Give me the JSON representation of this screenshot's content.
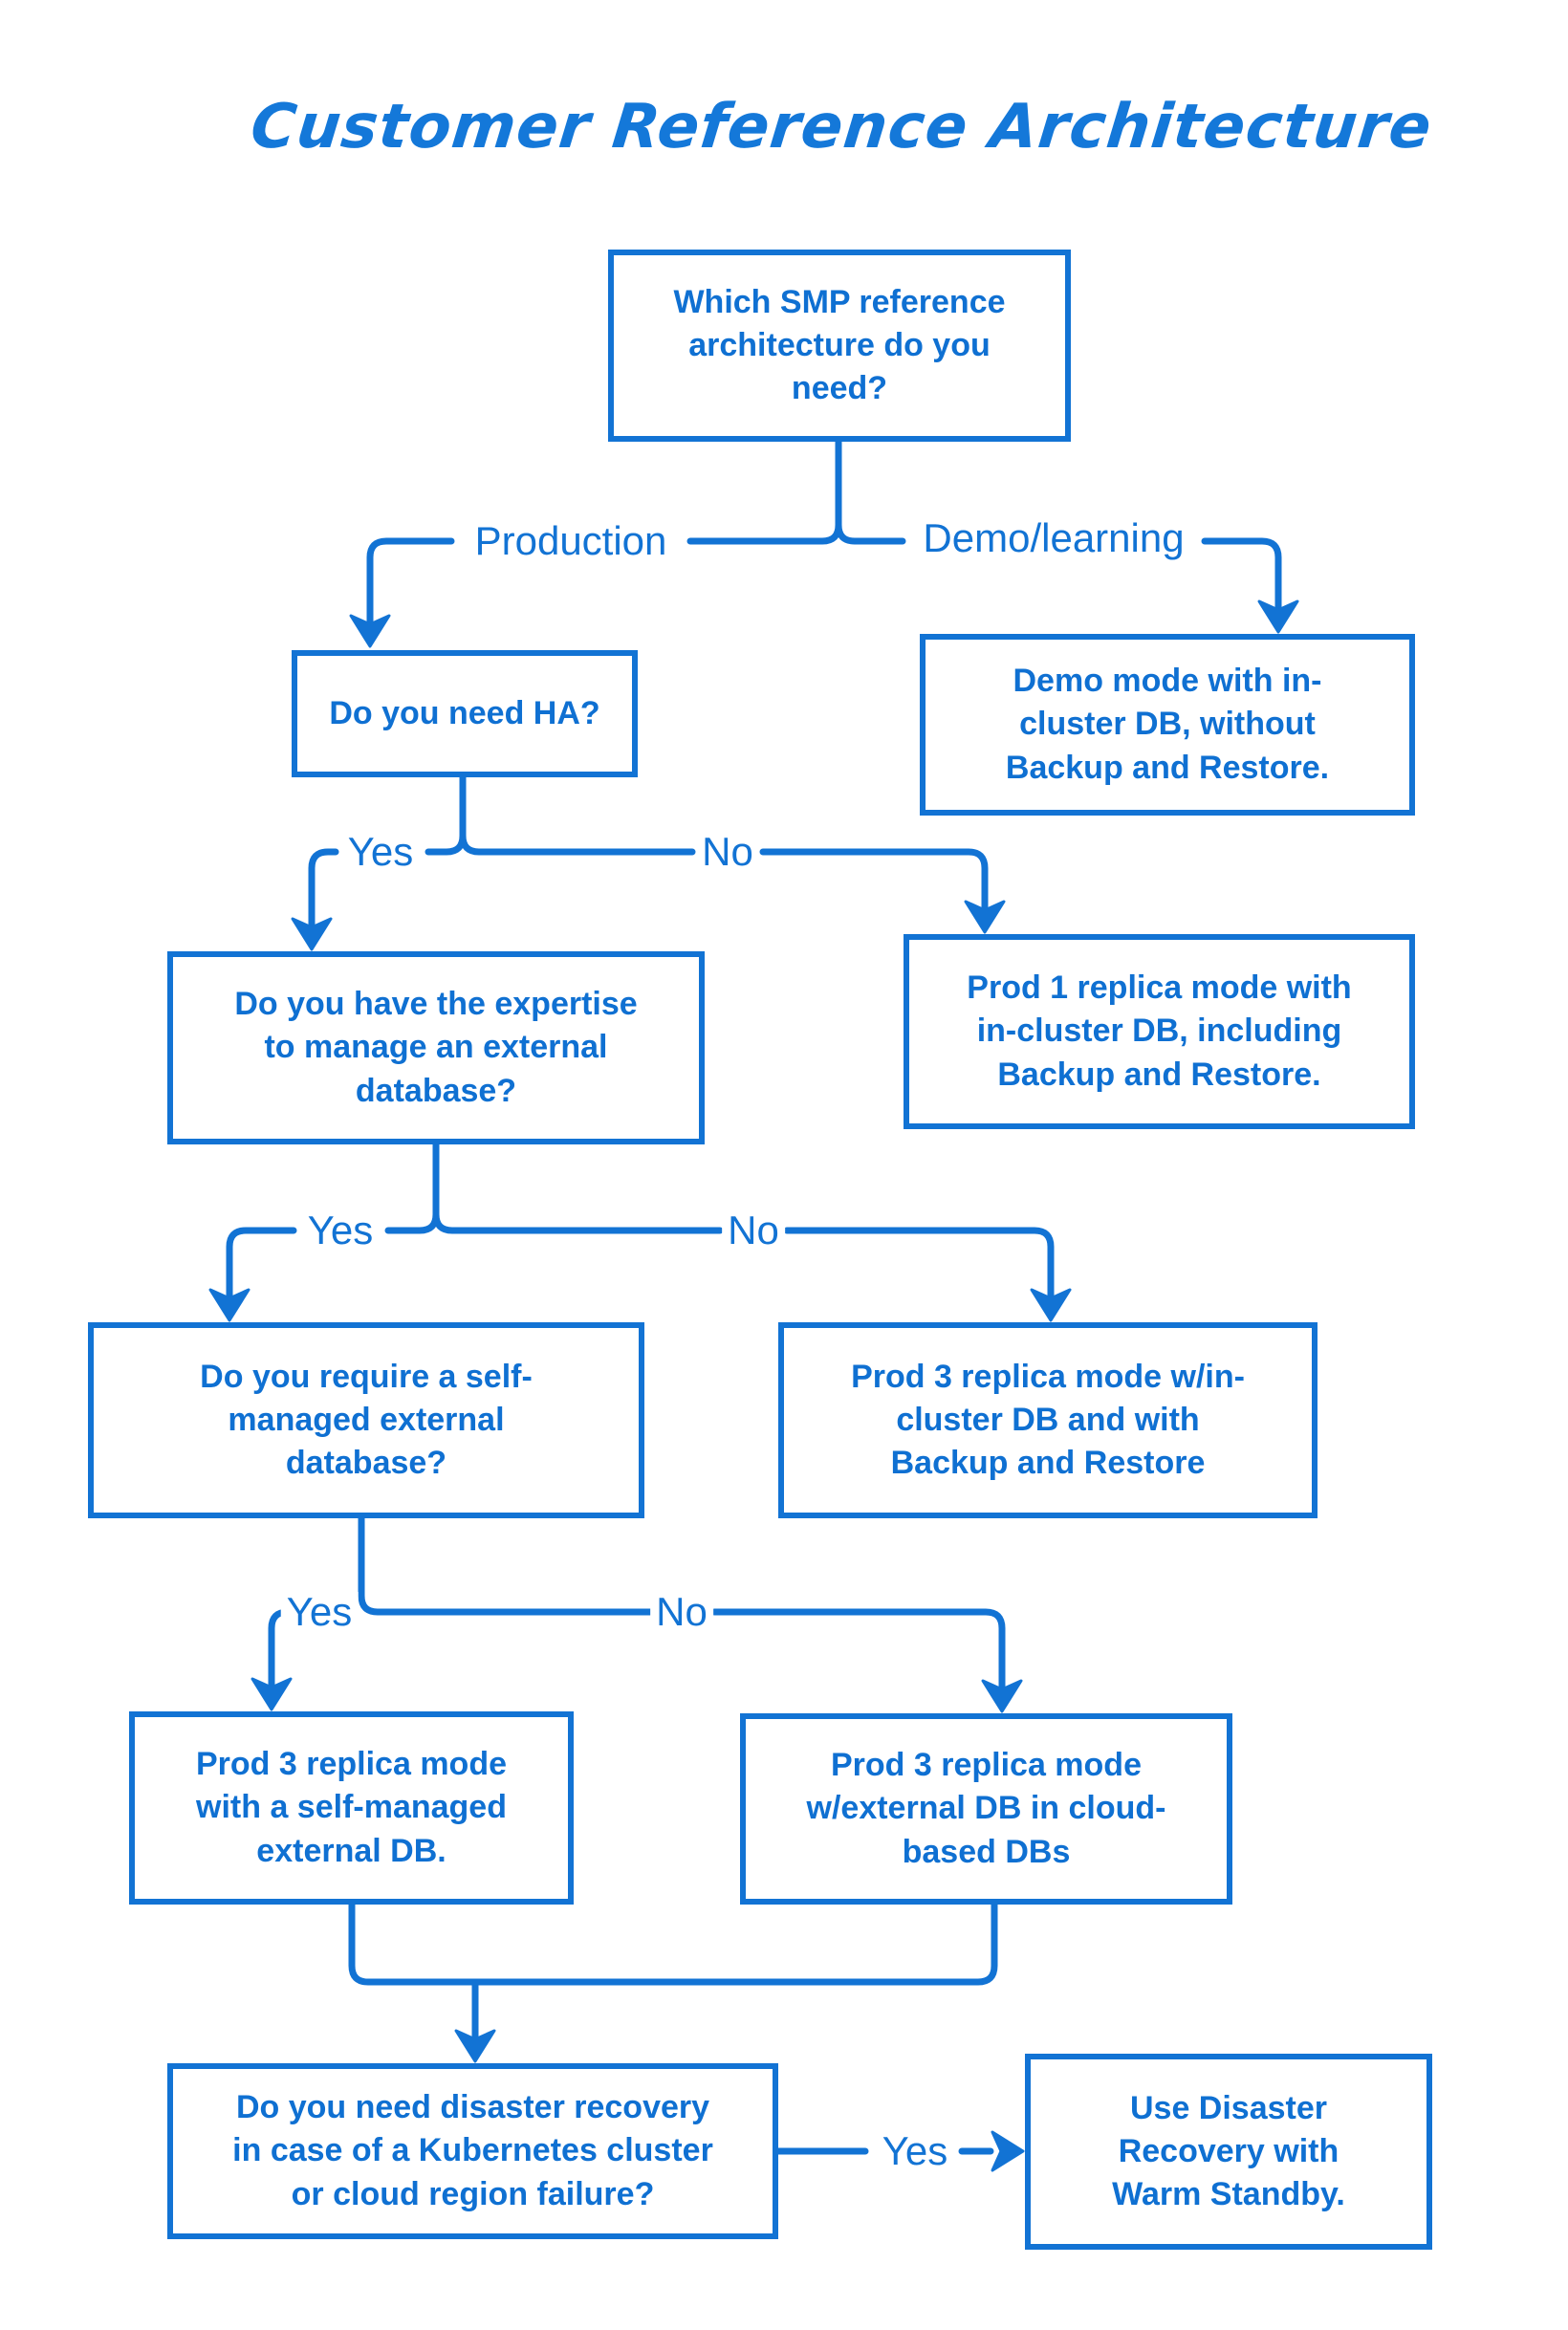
{
  "diagram": {
    "title": "Customer Reference Architecture",
    "colors": {
      "accent": "#1273d4",
      "node_text": "#0f70d2",
      "background": "#ffffff"
    },
    "nodes": {
      "root": {
        "label": "Which SMP reference\narchitecture do you\nneed?"
      },
      "need_ha": {
        "label": "Do you need HA?"
      },
      "demo_mode": {
        "label": "Demo mode with in-\ncluster DB, without\nBackup and Restore."
      },
      "expertise": {
        "label": "Do you have the expertise\nto manage an external\ndatabase?"
      },
      "prod1_incluster": {
        "label": "Prod 1 replica mode with\nin-cluster DB, including\nBackup and Restore."
      },
      "self_managed": {
        "label": "Do you require a self-\nmanaged external\ndatabase?"
      },
      "prod3_incluster": {
        "label": "Prod 3 replica mode w/in-\ncluster DB and with\nBackup and Restore"
      },
      "prod3_self_managed": {
        "label": "Prod 3 replica mode\nwith a self-managed\nexternal DB."
      },
      "prod3_cloud": {
        "label": "Prod 3 replica mode\nw/external DB in cloud-\nbased DBs"
      },
      "disaster_recovery": {
        "label": "Do you need disaster recovery\nin case of a Kubernetes cluster\nor cloud region failure?"
      },
      "warm_standby": {
        "label": "Use Disaster\nRecovery with\nWarm Standby."
      }
    },
    "edges": {
      "production": {
        "label": "Production"
      },
      "demo_learning": {
        "label": "Demo/learning"
      },
      "ha_yes": {
        "label": "Yes"
      },
      "ha_no": {
        "label": "No"
      },
      "expertise_yes": {
        "label": "Yes"
      },
      "expertise_no": {
        "label": "No"
      },
      "self_managed_yes": {
        "label": "Yes"
      },
      "self_managed_no": {
        "label": "No"
      },
      "disaster_yes": {
        "label": "Yes"
      }
    }
  }
}
